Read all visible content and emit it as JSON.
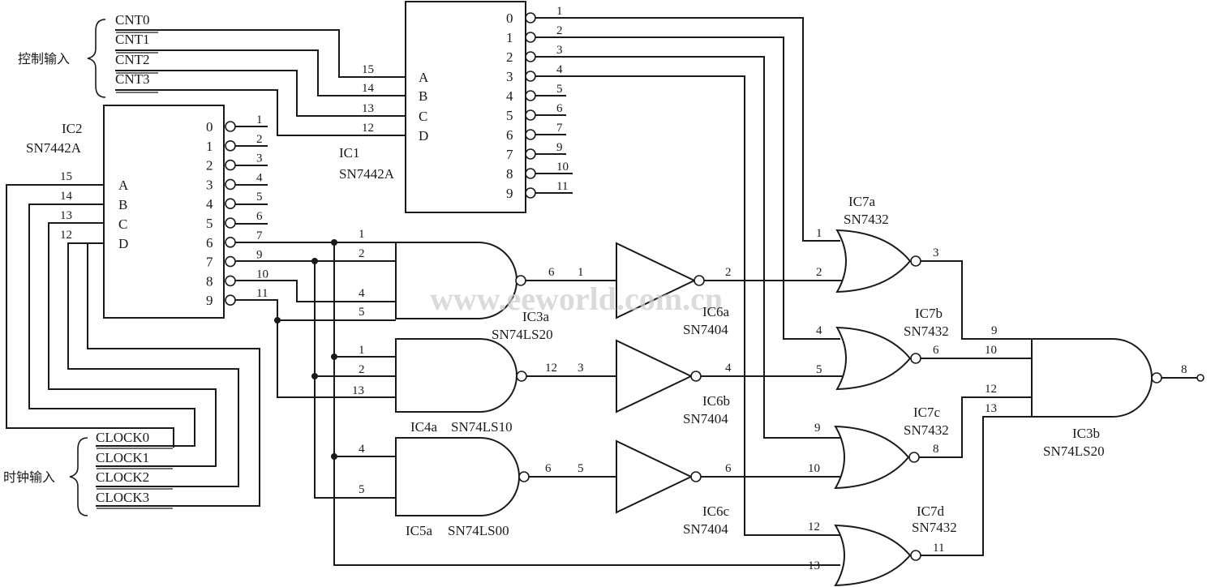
{
  "watermark": "www.eeworld.com.cn",
  "groups": {
    "control": "控制输入",
    "clock": "时钟输入"
  },
  "control_inputs": [
    "CNT0",
    "CNT1",
    "CNT2",
    "CNT3"
  ],
  "clock_inputs": [
    "CLOCK0",
    "CLOCK1",
    "CLOCK2",
    "CLOCK3"
  ],
  "ic1": {
    "name": "IC1",
    "part": "SN7442A",
    "in_labels": [
      "A",
      "B",
      "C",
      "D"
    ],
    "in_pins": [
      "15",
      "14",
      "13",
      "12"
    ],
    "out_labels": [
      "0",
      "1",
      "2",
      "3",
      "4",
      "5",
      "6",
      "7",
      "8",
      "9"
    ],
    "out_pins": [
      "1",
      "2",
      "3",
      "4",
      "5",
      "6",
      "7",
      "9",
      "10",
      "11"
    ]
  },
  "ic2": {
    "name": "IC2",
    "part": "SN7442A",
    "in_labels": [
      "A",
      "B",
      "C",
      "D"
    ],
    "in_pins": [
      "15",
      "14",
      "13",
      "12"
    ],
    "out_labels": [
      "0",
      "1",
      "2",
      "3",
      "4",
      "5",
      "6",
      "7",
      "8",
      "9"
    ],
    "out_pins": [
      "1",
      "2",
      "3",
      "4",
      "5",
      "6",
      "7",
      "9",
      "10",
      "11"
    ]
  },
  "ic3a": {
    "name": "IC3a",
    "part": "SN74LS20",
    "in_pins": [
      "1",
      "2",
      "4",
      "5"
    ],
    "out_pin": "6"
  },
  "ic4a": {
    "name": "IC4a",
    "part": "SN74LS10",
    "in_pins": [
      "1",
      "2",
      "13"
    ],
    "out_pin": "12"
  },
  "ic5a": {
    "name": "IC5a",
    "part": "SN74LS00",
    "in_pins": [
      "4",
      "5"
    ],
    "out_pin": "6"
  },
  "ic6a": {
    "name": "IC6a",
    "part": "SN7404",
    "in_pin": "1",
    "out_pin": "2"
  },
  "ic6b": {
    "name": "IC6b",
    "part": "SN7404",
    "in_pin": "3",
    "out_pin": "4"
  },
  "ic6c": {
    "name": "IC6c",
    "part": "SN7404",
    "in_pin": "5",
    "out_pin": "6"
  },
  "ic7a": {
    "name": "IC7a",
    "part": "SN7432",
    "in_pins": [
      "1",
      "2"
    ],
    "out_pin": "3"
  },
  "ic7b": {
    "name": "IC7b",
    "part": "SN7432",
    "in_pins": [
      "4",
      "5"
    ],
    "out_pin": "6"
  },
  "ic7c": {
    "name": "IC7c",
    "part": "SN7432",
    "in_pins": [
      "9",
      "10"
    ],
    "out_pin": "8"
  },
  "ic7d": {
    "name": "IC7d",
    "part": "SN7432",
    "in_pins": [
      "12",
      "13"
    ],
    "out_pin": "11"
  },
  "ic3b": {
    "name": "IC3b",
    "part": "SN74LS20",
    "in_pins": [
      "9",
      "10",
      "12",
      "13"
    ],
    "out_pin": "8"
  }
}
